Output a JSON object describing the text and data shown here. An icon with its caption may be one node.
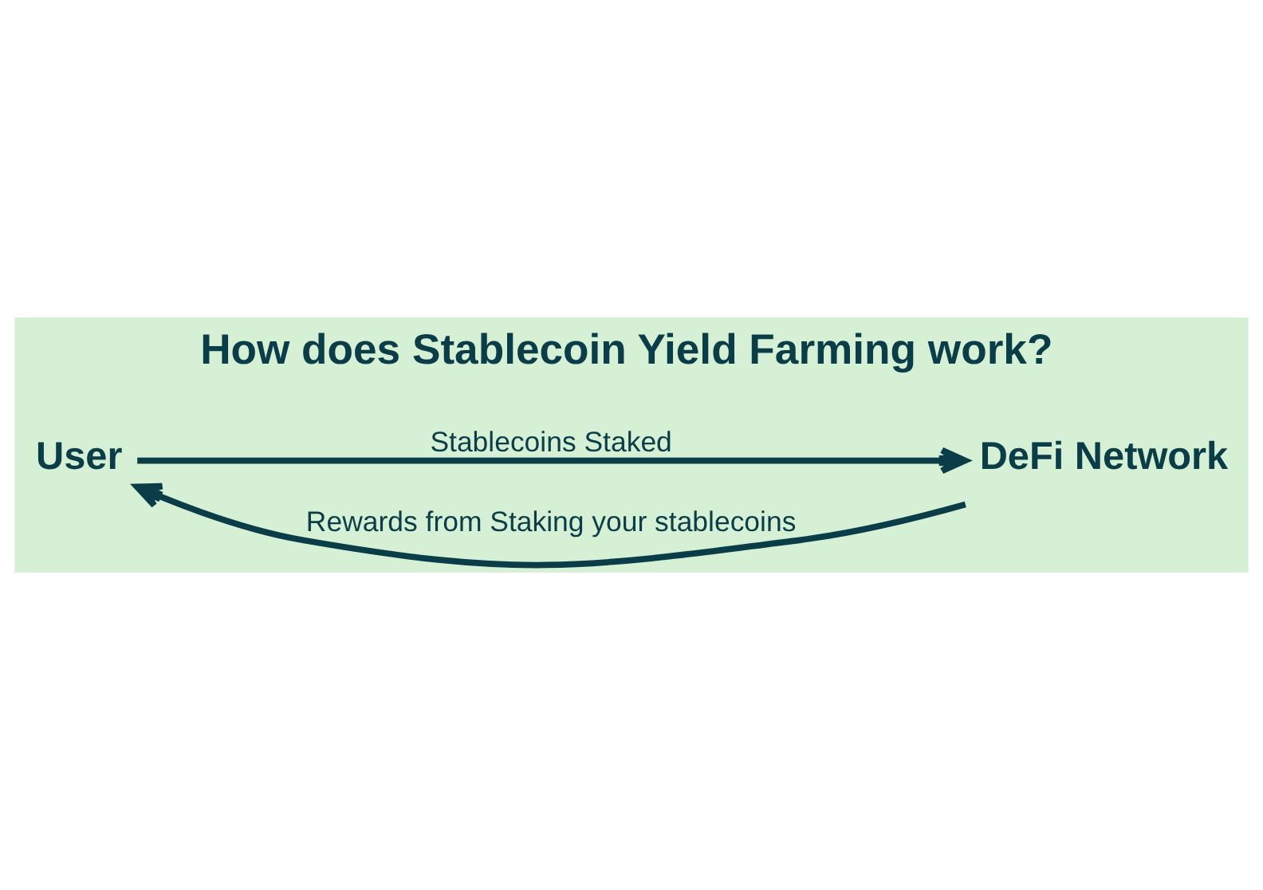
{
  "diagram": {
    "title": "How does Stablecoin Yield Farming work?",
    "nodes": [
      {
        "text": [
          "User"
        ]
      },
      {
        "text": [
          "DeFi Network"
        ]
      }
    ],
    "edges": [
      {
        "from": 0,
        "to": 1,
        "arrow": "to",
        "label": "Stablecoins Staked"
      },
      {
        "from": 1,
        "to": 0,
        "arrow": "to",
        "label": "Rewards from Staking your stablecoins"
      }
    ]
  }
}
